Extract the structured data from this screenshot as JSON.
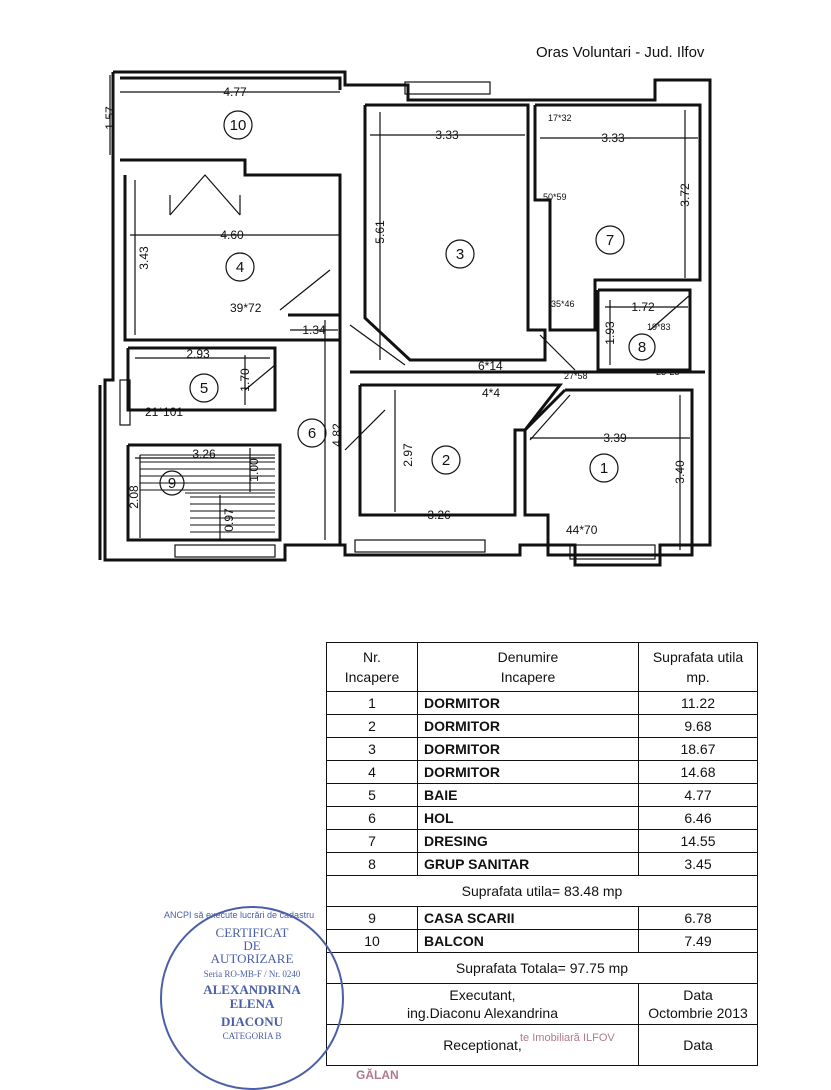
{
  "header": {
    "location": "Oras Voluntari - Jud. Ilfov"
  },
  "plan": {
    "dims": [
      "4.77",
      "1.57",
      "3.33",
      "3.33",
      "3.72",
      "4.60",
      "3.43",
      "5.61",
      "1.34",
      "1.72",
      "1.93",
      "2.93",
      "1.70",
      "4.82",
      "3.39",
      "3.40",
      "2.97",
      "3.26",
      "3.26",
      "1.00",
      "2.08",
      "0.97"
    ],
    "labels": [
      "17*32",
      "50*59",
      "39*72",
      "35*46",
      "19*83",
      "6*14",
      "27*58",
      "23*25",
      "4*4",
      "21*101",
      "44*70"
    ],
    "rooms": [
      "10",
      "4",
      "3",
      "7",
      "8",
      "5",
      "6",
      "2",
      "1",
      "9"
    ]
  },
  "table": {
    "h_nr": "Nr.",
    "h_nr2": "Incapere",
    "h_den": "Denumire",
    "h_den2": "Incapere",
    "h_sup": "Suprafata utila",
    "h_sup2": "mp.",
    "rows": [
      {
        "nr": "1",
        "name": "DORMITOR",
        "area": "11.22"
      },
      {
        "nr": "2",
        "name": "DORMITOR",
        "area": "9.68"
      },
      {
        "nr": "3",
        "name": "DORMITOR",
        "area": "18.67"
      },
      {
        "nr": "4",
        "name": "DORMITOR",
        "area": "14.68"
      },
      {
        "nr": "5",
        "name": "BAIE",
        "area": "4.77"
      },
      {
        "nr": "6",
        "name": "HOL",
        "area": "6.46"
      },
      {
        "nr": "7",
        "name": "DRESING",
        "area": "14.55"
      },
      {
        "nr": "8",
        "name": "GRUP SANITAR",
        "area": "3.45"
      }
    ],
    "util_total": "Suprafata utila= 83.48 mp",
    "rows2": [
      {
        "nr": "9",
        "name": "CASA SCARII",
        "area": "6.78"
      },
      {
        "nr": "10",
        "name": "BALCON",
        "area": "7.49"
      }
    ],
    "grand_total": "Suprafata Totala= 97.75 mp",
    "executant": "Executant,",
    "executant_name": "ing.Diaconu Alexandrina",
    "data_label": "Data",
    "data_value": "Octombrie 2013",
    "receptionat": "Receptionat,",
    "data_label2": "Data"
  },
  "stamp": {
    "line1": "CERTIFICAT",
    "line2": "DE",
    "line3": "AUTORIZARE",
    "serie": "Seria RO-MB-F / Nr. 0240",
    "name1": "ALEXANDRINA ELENA",
    "name2": "DIACONU",
    "ring_top": "ANCPI să execute lucrări de cadastru",
    "categoria": "CATEGORIA B"
  },
  "faint": {
    "imobiliara": "te Imobiliară ILFOV",
    "galan": "GĂLAN"
  }
}
